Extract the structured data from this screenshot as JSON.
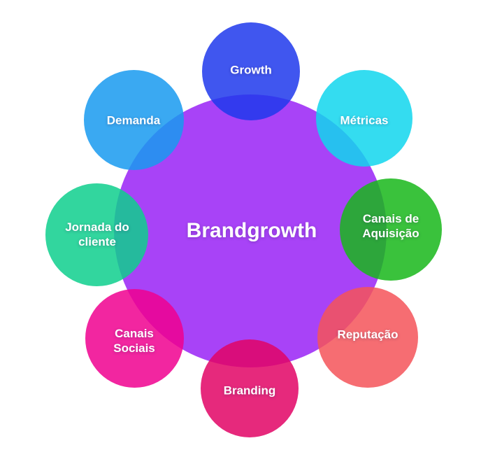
{
  "diagram": {
    "background": "#FFFFFF",
    "text_color": "#FFFFFF",
    "node_opacity": "0.85",
    "center": {
      "label": "Brandgrowth",
      "fill": "#A843F7"
    },
    "nodes": [
      {
        "id": "growth",
        "label": "Growth",
        "line1": "Growth",
        "line2": "",
        "fill": "#1F38EC"
      },
      {
        "id": "metricas",
        "label": "Métricas",
        "line1": "Métricas",
        "line2": "",
        "fill": "#11D6ED"
      },
      {
        "id": "canais-aquisicao",
        "label": "Canais de Aquisição",
        "line1": "Canais de",
        "line2": "Aquisição",
        "fill": "#18B71A"
      },
      {
        "id": "reputacao",
        "label": "Reputação",
        "line1": "Reputação",
        "line2": "",
        "fill": "#F55359"
      },
      {
        "id": "branding",
        "label": "Branding",
        "line1": "Branding",
        "line2": "",
        "fill": "#E20465"
      },
      {
        "id": "canais-sociais",
        "label": "Canais Sociais",
        "line1": "Canais",
        "line2": "Sociais",
        "fill": "#F0008F"
      },
      {
        "id": "jornada-cliente",
        "label": "Jornada do cliente",
        "line1": "Jornada do",
        "line2": "cliente",
        "fill": "#0ECF8D"
      },
      {
        "id": "demanda",
        "label": "Demanda",
        "line1": "Demanda",
        "line2": "",
        "fill": "#179AF0"
      }
    ]
  }
}
